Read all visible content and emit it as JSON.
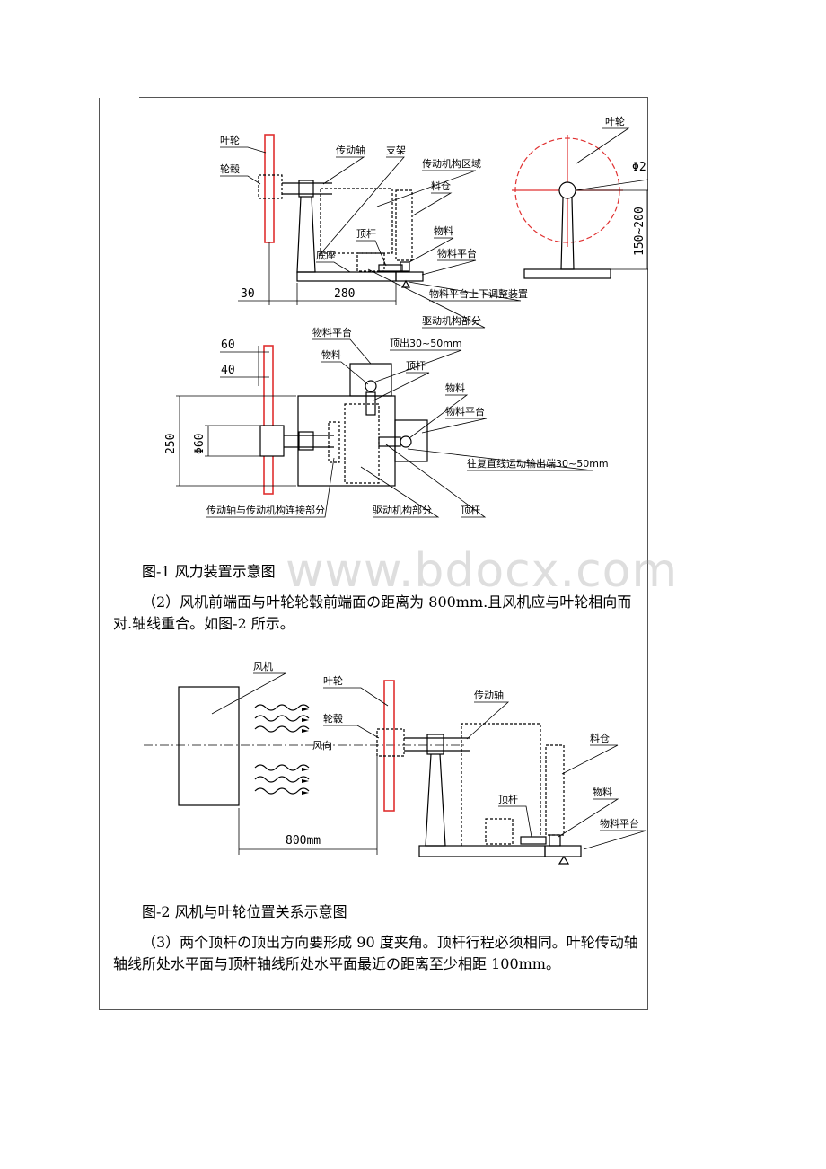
{
  "fig1": {
    "side": {
      "yelun": "叶轮",
      "lungu": "轮毂",
      "chuandongzhou": "传动轴",
      "zhijia": "支架",
      "chuandongquyu": "传动机构区域",
      "liaocang": "料仓",
      "wuliao": "物料",
      "dingan": "顶杆",
      "dizuo": "底座",
      "wuliaopingtai": "物料平台",
      "tiaozheng": "物料平台上下调整装置",
      "qudong": "驱动机构部分",
      "dim_30": "30",
      "dim_280": "280"
    },
    "front": {
      "yelun": "叶轮",
      "dim_phi": "Φ2",
      "dim_height": "150~200"
    },
    "top": {
      "wuliaopingtai_a": "物料平台",
      "dingchu": "顶出30~50mm",
      "wuliao_a": "物料",
      "dingan_a": "顶杆",
      "wuliao_b": "物料",
      "wuliaopingtai_b": "物料平台",
      "wangfu": "往复直线运动输出端30~50mm",
      "lianjie": "传动轴与传动机构连接部分",
      "qudong": "驱动机构部分",
      "dingan_b": "顶杆",
      "dim_60": "60",
      "dim_40": "40",
      "dim_250": "250",
      "dim_phi60": "Φ60"
    },
    "caption": "图-1 风力装置示意图"
  },
  "para2": "（2）风机前端面与叶轮轮毂前端面の距离为 800mm.且风机应与叶轮相向而对.轴线重合。如图-2 所示。",
  "fig2": {
    "fengji": "风机",
    "yelun": "叶轮",
    "lungu": "轮毂",
    "chuandongzhou": "传动轴",
    "fengxiang": "风向",
    "liaocang": "料仓",
    "dingan": "顶杆",
    "wuliao": "物料",
    "wuliaopingtai": "物料平台",
    "dim_800": "800mm",
    "caption": "图-2 风机与叶轮位置关系示意图"
  },
  "para3": "（3）两个顶杆の顶出方向要形成 90 度夹角。顶杆行程必须相同。叶轮传动轴轴线所处水平面与顶杆轴线所处水平面最近の距离至少相距 100mm。",
  "watermark": "www.bdocx.com",
  "colors": {
    "impeller": "#e03030",
    "line": "#000000"
  }
}
